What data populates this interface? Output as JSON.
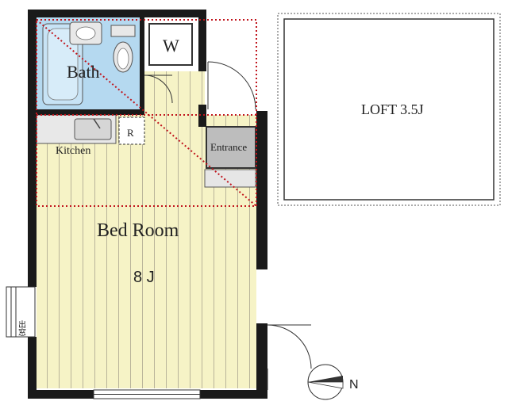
{
  "rooms": {
    "bath": "Bath",
    "washer": "W",
    "kitchen": "Kitchen",
    "fridge": "R",
    "entrance": "Entrance",
    "bedroom": "Bed Room",
    "bedroom_size": "8 J",
    "loft": "LOFT 3.5J",
    "bay_window": "出窓",
    "north": "N"
  },
  "colors": {
    "wall": "#1a1a1a",
    "floor": "#f6f3c6",
    "floor_line": "#b9b49a",
    "bath": "#b5d9f0",
    "fixture": "#e8e8e8",
    "entrance_tile": "#bdbdbd",
    "loft_border": "#555555",
    "dotted_red": "#c0141c"
  },
  "icons": {
    "compass": "compass-rose-icon",
    "bathtub": "bathtub-icon",
    "toilet": "toilet-icon",
    "sink": "sink-icon"
  }
}
